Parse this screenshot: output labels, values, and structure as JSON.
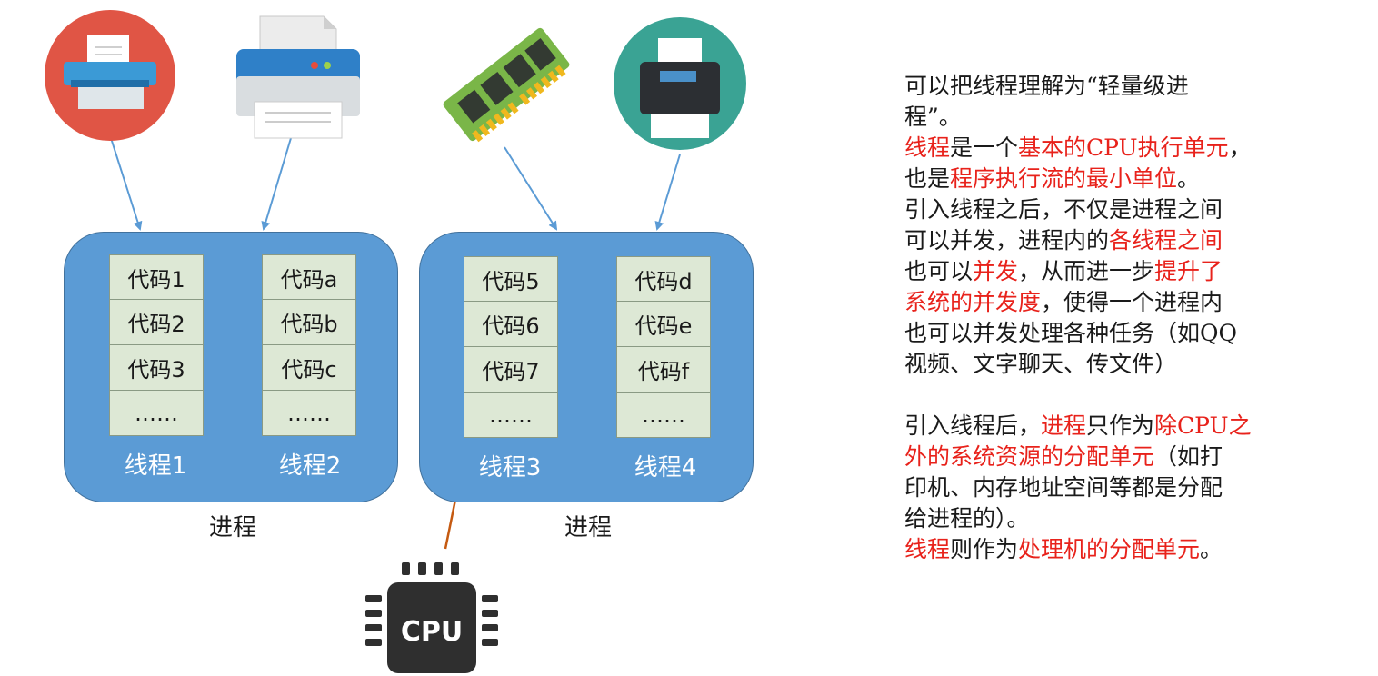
{
  "processes": [
    {
      "label": "进程",
      "threads": [
        {
          "label": "线程1",
          "codes": [
            "代码1",
            "代码2",
            "代码3",
            "……"
          ]
        },
        {
          "label": "线程2",
          "codes": [
            "代码a",
            "代码b",
            "代码c",
            "……"
          ]
        }
      ]
    },
    {
      "label": "进程",
      "threads": [
        {
          "label": "线程3",
          "codes": [
            "代码5",
            "代码6",
            "代码7",
            "……"
          ]
        },
        {
          "label": "线程4",
          "codes": [
            "代码d",
            "代码e",
            "代码f",
            "……"
          ]
        }
      ]
    }
  ],
  "cpu": {
    "label": "CPU"
  },
  "resources": {
    "icons": [
      "printer-red-circle-icon",
      "printer-blue-icon",
      "memory-stick-icon",
      "printer-green-circle-icon",
      "cpu-chip-icon"
    ]
  },
  "colors": {
    "process_fill": "#5b9bd5",
    "code_fill": "#dde8d5",
    "highlight": "#e8221b",
    "cpu_arrow": "#c55a11",
    "resource_arrow": "#5b9bd5"
  },
  "explanation": {
    "para1": [
      [
        {
          "t": "可以把线程理解为“轻量级进",
          "r": false
        }
      ],
      [
        {
          "t": "程”。",
          "r": false
        }
      ],
      [
        {
          "t": "线程",
          "r": true
        },
        {
          "t": "是一个",
          "r": false
        },
        {
          "t": "基本的CPU执行单元",
          "r": true
        },
        {
          "t": "，",
          "r": false
        }
      ],
      [
        {
          "t": "也是",
          "r": false
        },
        {
          "t": "程序执行流的最小单位",
          "r": true
        },
        {
          "t": "。",
          "r": false
        }
      ],
      [
        {
          "t": "引入线程之后，不仅是进程之间",
          "r": false
        }
      ],
      [
        {
          "t": "可以并发，进程内的",
          "r": false
        },
        {
          "t": "各线程之间",
          "r": true
        }
      ],
      [
        {
          "t": "也可以",
          "r": false
        },
        {
          "t": "并发",
          "r": true
        },
        {
          "t": "，从而进一步",
          "r": false
        },
        {
          "t": "提升了",
          "r": true
        }
      ],
      [
        {
          "t": "系统的并发度",
          "r": true
        },
        {
          "t": "，使得一个进程内",
          "r": false
        }
      ],
      [
        {
          "t": "也可以并发处理各种任务（如QQ",
          "r": false
        }
      ],
      [
        {
          "t": "视频、文字聊天、传文件）",
          "r": false
        }
      ]
    ],
    "para2": [
      [
        {
          "t": "引入线程后，",
          "r": false
        },
        {
          "t": "进程",
          "r": true
        },
        {
          "t": "只作为",
          "r": false
        },
        {
          "t": "除CPU之",
          "r": true
        }
      ],
      [
        {
          "t": "外的系统资源的分配单元",
          "r": true
        },
        {
          "t": "（如打",
          "r": false
        }
      ],
      [
        {
          "t": "印机、内存地址空间等都是分配",
          "r": false
        }
      ],
      [
        {
          "t": "给进程的）。",
          "r": false
        }
      ],
      [
        {
          "t": "线程",
          "r": true
        },
        {
          "t": "则作为",
          "r": false
        },
        {
          "t": "处理机的分配单元",
          "r": true
        },
        {
          "t": "。",
          "r": false
        }
      ]
    ]
  }
}
